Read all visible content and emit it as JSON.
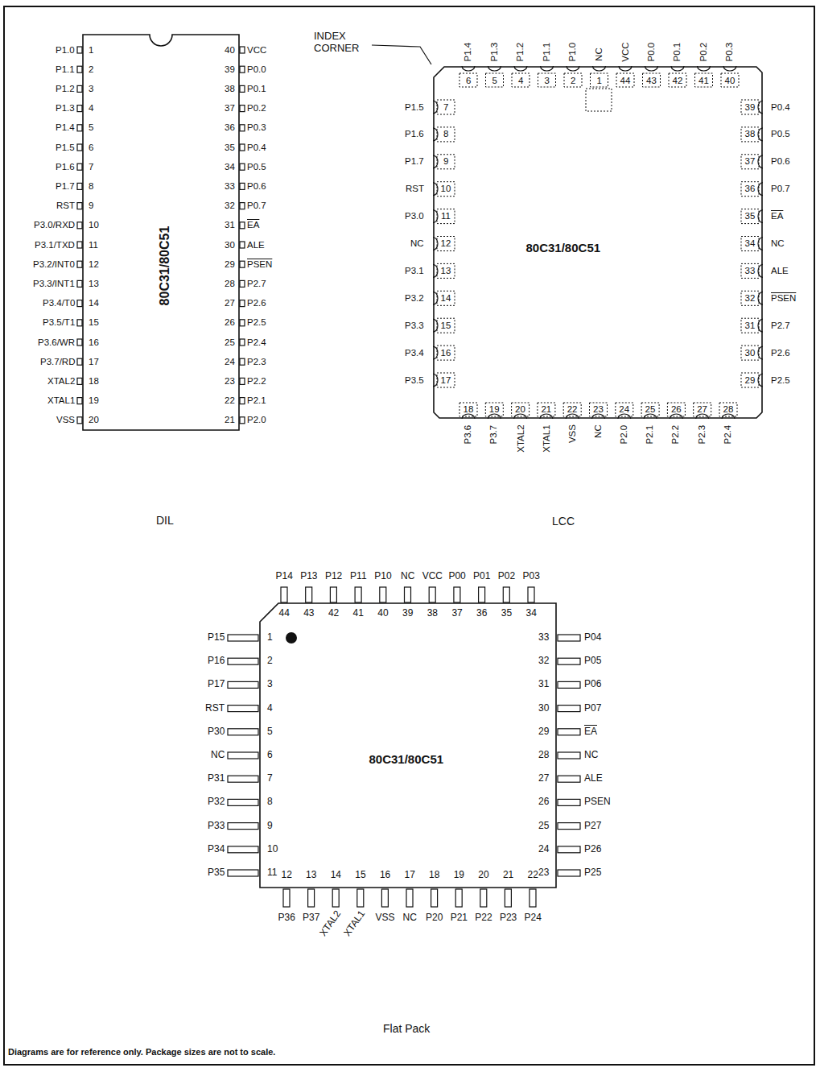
{
  "diagram": {
    "caption": "Diagrams are for reference only. Package sizes are not to scale.",
    "nodes": [
      {
        "text": [
          "80C31/80C51"
        ]
      },
      {
        "text": [
          "80C31/80C51"
        ]
      },
      {
        "text": [
          "80C31/80C51"
        ]
      }
    ],
    "labels": [
      "P1.0",
      "1",
      "P1.1",
      "2",
      "P1.2",
      "3",
      "P1.3",
      "4",
      "P1.4",
      "5",
      "P1.5",
      "6",
      "P1.6",
      "7",
      "P1.7",
      "8",
      "RST",
      "9",
      "P3.0/RXD",
      "10",
      "P3.1/TXD",
      "11",
      "P3.2/INT0",
      "12",
      "P3.3/INT1",
      "13",
      "P3.4/T0",
      "14",
      "P3.5/T1",
      "15",
      "P3.6/WR",
      "16",
      "P3.7/RD",
      "17",
      "XTAL2",
      "18",
      "XTAL1",
      "19",
      "VSS",
      "20",
      "P2.0",
      "21",
      "P2.1",
      "22",
      "P2.2",
      "23",
      "P2.3",
      "24",
      "P2.4",
      "25",
      "P2.5",
      "26",
      "P2.6",
      "27",
      "P2.7",
      "28",
      "PSEN",
      "29",
      "ALE",
      "30",
      "EA",
      "31",
      "P0.7",
      "32",
      "P0.6",
      "33",
      "P0.5",
      "34",
      "P0.4",
      "35",
      "P0.3",
      "36",
      "P0.2",
      "37",
      "P0.1",
      "38",
      "P0.0",
      "39",
      "VCC",
      "40",
      "DIL",
      "INDEX CORNER",
      "NC",
      "1",
      "P1.0",
      "2",
      "P1.1",
      "3",
      "P1.2",
      "4",
      "P1.3",
      "5",
      "P1.4",
      "6",
      "P1.5",
      "7",
      "P1.6",
      "8",
      "P1.7",
      "9",
      "RST",
      "10",
      "P3.0",
      "11",
      "NC",
      "12",
      "P3.1",
      "13",
      "P3.2",
      "14",
      "P3.3",
      "15",
      "P3.4",
      "16",
      "P3.5",
      "17",
      "P3.6",
      "18",
      "P3.7",
      "19",
      "XTAL2",
      "20",
      "XTAL1",
      "21",
      "VSS",
      "22",
      "NC",
      "23",
      "P2.0",
      "24",
      "P2.1",
      "25",
      "P2.2",
      "26",
      "P2.3",
      "27",
      "P2.4",
      "28",
      "P2.5",
      "29",
      "P2.6",
      "30",
      "P2.7",
      "31",
      "PSEN",
      "32",
      "ALE",
      "33",
      "NC",
      "34",
      "EA",
      "35",
      "P0.7",
      "36",
      "P0.6",
      "37",
      "P0.5",
      "38",
      "P0.4",
      "39",
      "P0.3",
      "40",
      "P0.2",
      "41",
      "P0.1",
      "42",
      "P0.0",
      "43",
      "VCC",
      "44",
      "LCC",
      "P15",
      "1",
      "P16",
      "2",
      "P17",
      "3",
      "RST",
      "4",
      "P30",
      "5",
      "NC",
      "6",
      "P31",
      "7",
      "P32",
      "8",
      "P33",
      "9",
      "P34",
      "10",
      "P35",
      "11",
      "P36",
      "12",
      "P37",
      "13",
      "XTAL2",
      "14",
      "XTAL1",
      "15",
      "VSS",
      "16",
      "NC",
      "17",
      "P20",
      "18",
      "P21",
      "19",
      "P22",
      "20",
      "P23",
      "21",
      "P24",
      "22",
      "P25",
      "23",
      "P26",
      "24",
      "P27",
      "25",
      "PSEN",
      "26",
      "ALE",
      "27",
      "NC",
      "28",
      "EA",
      "29",
      "P07",
      "30",
      "P06",
      "31",
      "P05",
      "32",
      "P04",
      "33",
      "P03",
      "34",
      "P02",
      "35",
      "P01",
      "36",
      "P00",
      "37",
      "VCC",
      "38",
      "NC",
      "39",
      "P10",
      "40",
      "P11",
      "41",
      "P12",
      "42",
      "P13",
      "43",
      "P14",
      "44",
      "Flat Pack"
    ]
  }
}
